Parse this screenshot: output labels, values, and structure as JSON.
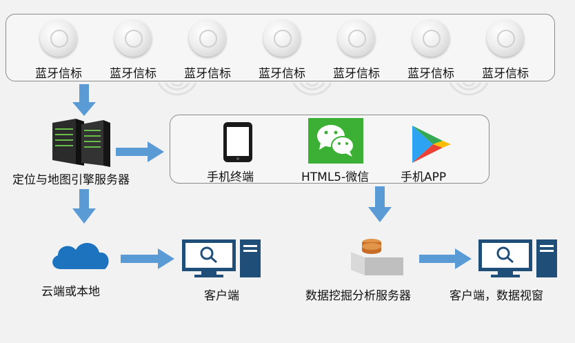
{
  "beacons": [
    {
      "label": "蓝牙信标"
    },
    {
      "label": "蓝牙信标"
    },
    {
      "label": "蓝牙信标"
    },
    {
      "label": "蓝牙信标"
    },
    {
      "label": "蓝牙信标"
    },
    {
      "label": "蓝牙信标"
    },
    {
      "label": "蓝牙信标"
    }
  ],
  "nodes": {
    "positioning_server": "定位与地图引擎服务器",
    "mobile_terminal": "手机终端",
    "html5_wechat": "HTML5-微信",
    "mobile_app": "手机APP",
    "cloud_or_local": "云端或本地",
    "client": "客户端",
    "data_mining_server": "数据挖掘分析服务器",
    "client_data_window": "客户端，数据视窗"
  },
  "colors": {
    "arrow": "#5b9bd5",
    "border": "#8a8a8a",
    "wechat": "#3cb034",
    "monitor": "#1f4e79"
  }
}
